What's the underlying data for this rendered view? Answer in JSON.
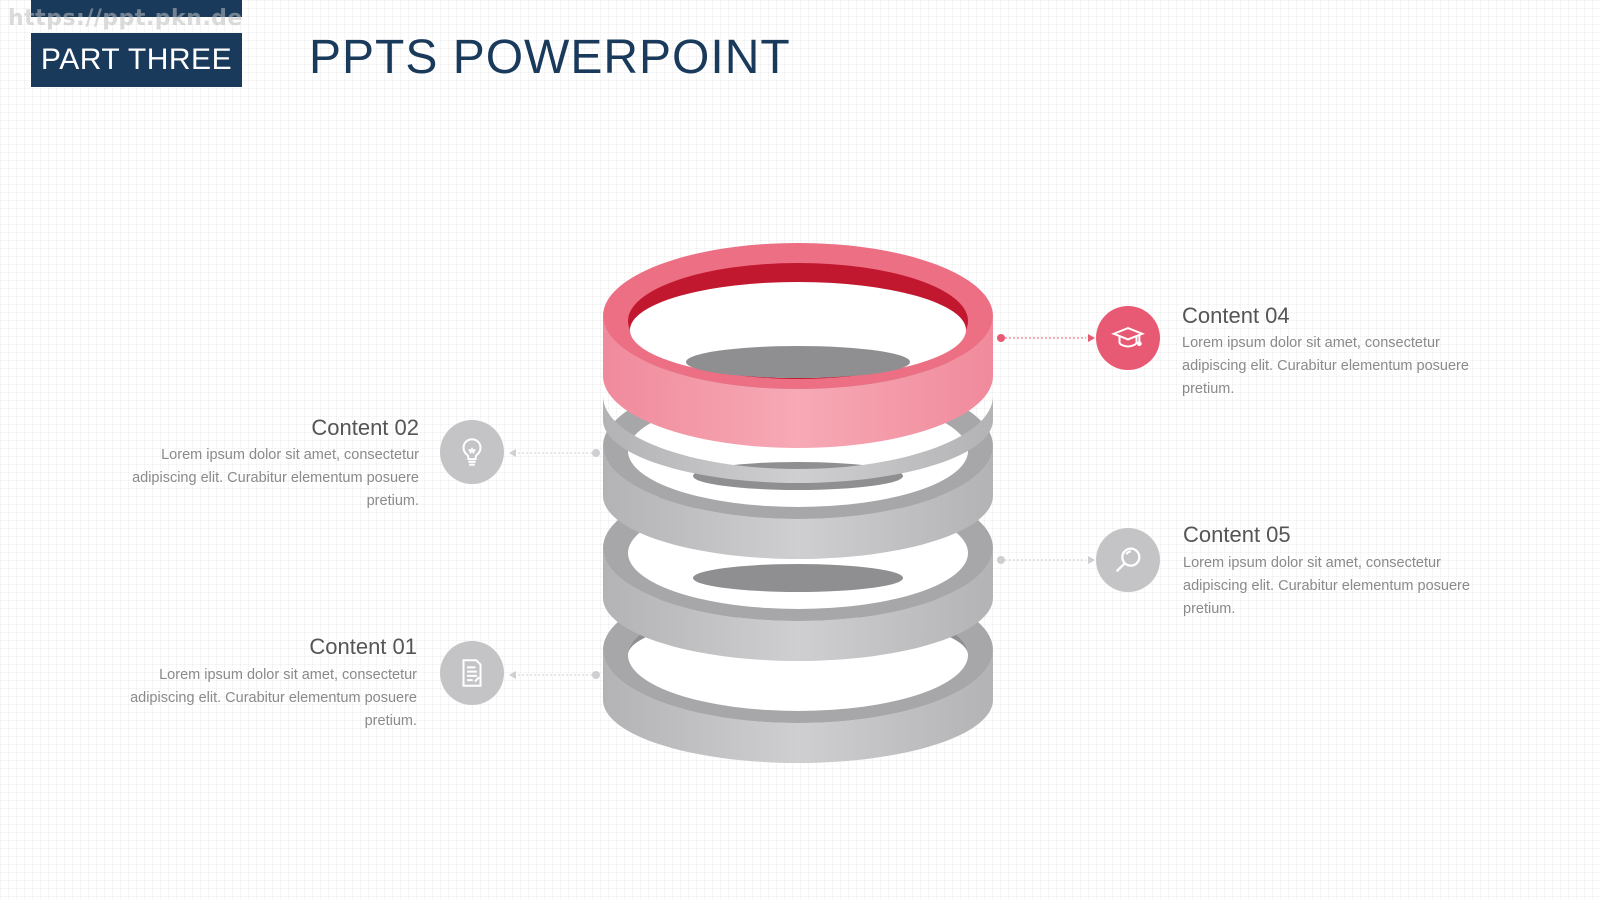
{
  "header": {
    "watermark": "https://ppt.pkn.de",
    "part_label": "PART THREE",
    "title": "PPTS POWERPOINT"
  },
  "colors": {
    "navy": "#1a3a5c",
    "accent_pink": "#e85a73",
    "accent_deep": "#c0172e",
    "ring_gray": "#b9b9bb",
    "icon_gray": "#c4c4c6"
  },
  "items": [
    {
      "id": "content-02",
      "title": "Content 02",
      "desc": "Lorem ipsum dolor sit amet, consectetur adipiscing elit. Curabitur elementum posuere pretium.",
      "icon": "lightbulb-icon",
      "side": "left"
    },
    {
      "id": "content-01",
      "title": "Content 01",
      "desc": "Lorem ipsum dolor sit amet, consectetur adipiscing elit. Curabitur elementum posuere pretium.",
      "icon": "document-icon",
      "side": "left"
    },
    {
      "id": "content-04",
      "title": "Content 04",
      "desc": "Lorem ipsum dolor sit amet, consectetur adipiscing elit. Curabitur elementum posuere pretium.",
      "icon": "graduation-cap-icon",
      "side": "right"
    },
    {
      "id": "content-05",
      "title": "Content 05",
      "desc": "Lorem ipsum dolor sit amet, consectetur adipiscing elit. Curabitur elementum posuere pretium.",
      "icon": "magnifier-icon",
      "side": "right"
    }
  ]
}
